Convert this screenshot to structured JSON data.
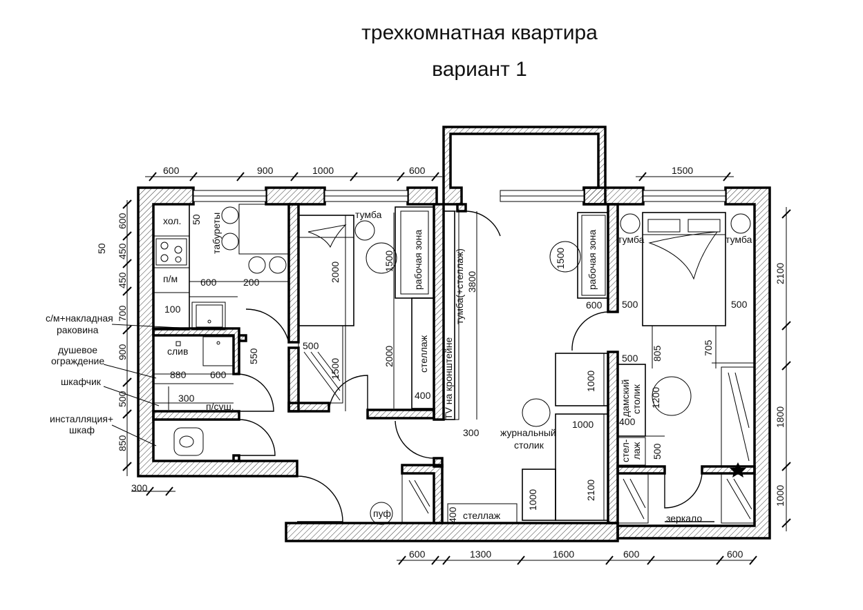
{
  "title": {
    "line1": "трехкомнатная квартира",
    "line2": "вариант 1"
  },
  "labels": {
    "fridge": "хол.",
    "stools": "табуреты",
    "dishwasher": "п/м",
    "nightstand_left": "тумба",
    "work_zone_1": "рабочая зона",
    "shelf_1": "стеллаж",
    "tv_bracket": "TV на кронштейне",
    "nightstand_tv": "тумба(+стеллаж)",
    "work_zone_2": "рабочая зона",
    "nightstand_r1": "тумба",
    "nightstand_r2": "тумба",
    "coffee_table_1": "журнальный",
    "coffee_table_2": "столик",
    "dressing_1": "дамский",
    "dressing_2": "столик",
    "shelf_r_1": "стел-",
    "shelf_r_2": "лаж",
    "mirror": "зеркало",
    "pouf": "пуф",
    "shelf_hall": "стеллаж",
    "drain": "слив",
    "dryer": "п/суш.",
    "callout_washer_1": "с/м+накладная",
    "callout_washer_2": "раковина",
    "callout_shower_1": "душевое",
    "callout_shower_2": "ограждение",
    "callout_cabinet": "шкафчик",
    "callout_install_1": "инсталляция+",
    "callout_install_2": "шкаф"
  },
  "dimensions": {
    "top": [
      "600",
      "900",
      "1000",
      "600",
      "1500"
    ],
    "left": [
      "600",
      "50",
      "450",
      "450",
      "700",
      "900",
      "500",
      "850"
    ],
    "bottom": [
      "300",
      "600",
      "1300",
      "1600",
      "600",
      "600"
    ],
    "right": [
      "2100",
      "705",
      "1800",
      "1000"
    ],
    "interior": {
      "kitchen_50": "50",
      "kitchen_600": "600",
      "kitchen_200": "200",
      "kitchen_100": "100",
      "bath_550": "550",
      "bath_880": "880",
      "bath_600": "600",
      "bath_300": "300",
      "bed1_2000": "2000",
      "bed1_1500": "1500",
      "bed1_500": "500",
      "work1_1500": "1500",
      "shelf1_2000": "2000",
      "shelf1_400": "400",
      "tv_3800": "3800",
      "tv_300": "300",
      "living_1000a": "1000",
      "living_1000b": "1000",
      "living_1000c": "1000",
      "living_2100": "2100",
      "hall_400": "400",
      "work2_1500": "1500",
      "work2_600": "600",
      "bed2_500a": "500",
      "bed2_500b": "500",
      "bed2_805": "805",
      "dress_500": "500",
      "dress_1200": "1200",
      "dress_400": "400",
      "shelf_r_500": "500"
    }
  }
}
